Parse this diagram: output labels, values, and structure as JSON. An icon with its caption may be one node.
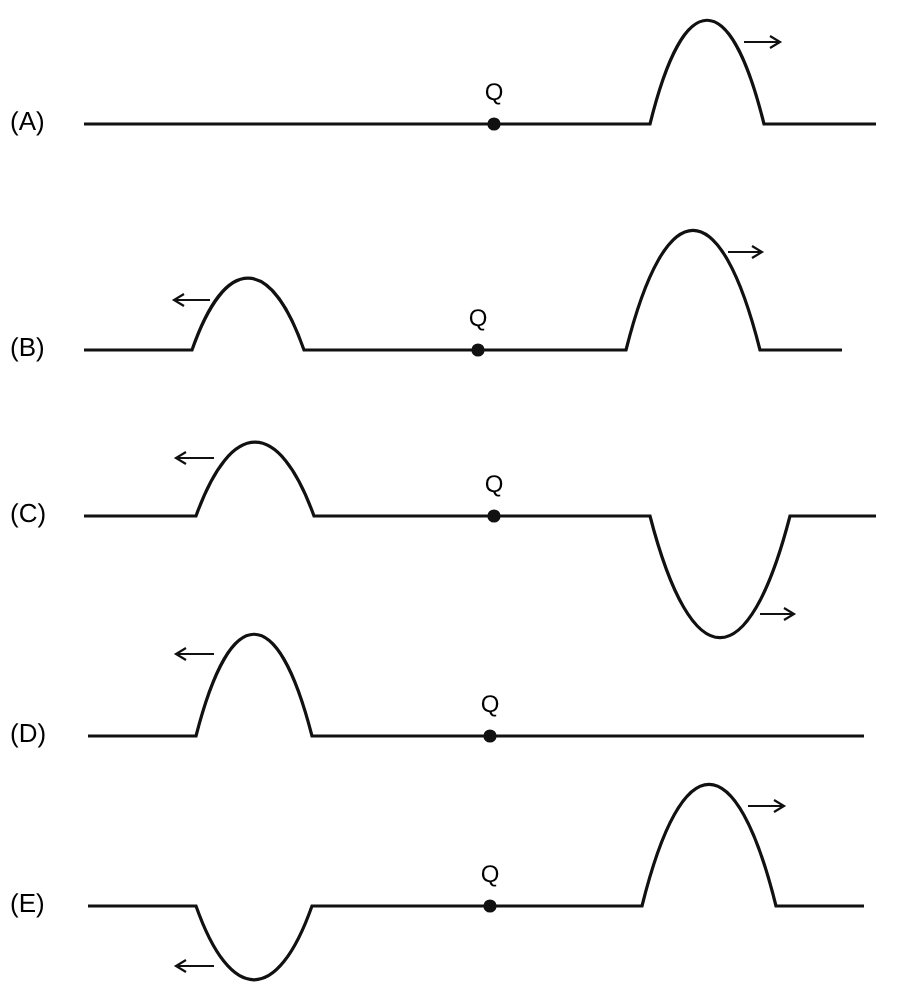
{
  "diagram": {
    "labels": [
      "Q",
      "(A)",
      "Q",
      "(B)",
      "Q",
      "(C)",
      "Q",
      "(D)",
      "Q",
      "(E)"
    ]
  }
}
